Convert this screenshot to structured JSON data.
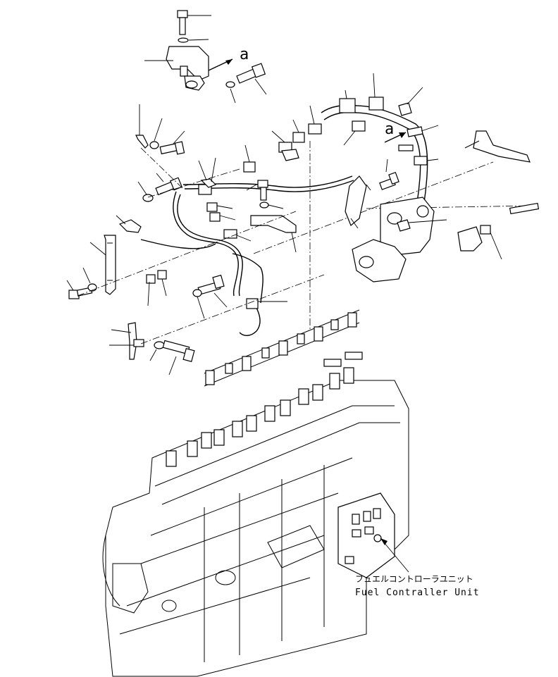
{
  "view_marker_a": "a",
  "view_marker_a_2": "a",
  "callout_jp": "フュエルコントローラユニット",
  "callout_en": "Fuel Contraller Unit",
  "colors": {
    "ink": "#000000",
    "paper": "#ffffff"
  }
}
